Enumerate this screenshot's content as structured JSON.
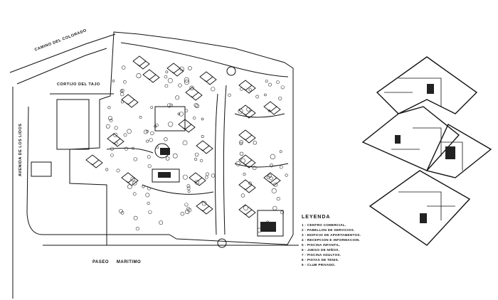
{
  "site_plan": {
    "labels": {
      "camino": "CAMINO DEL COLORADO",
      "cortijo": "CORTIJO DEL TAJO",
      "avenida": "AVENIDA DE LOS LIDOS",
      "paseo": "PASEO     MARITIMO"
    }
  },
  "legend": {
    "title": "LEYENDA",
    "items": [
      "1 - CENTRO COMERCIAL.",
      "2 - PABELLON DE SERVICIOS.",
      "3 - EDIFICIO DE APARTAMENTOS.",
      "4 - RECEPCION E INFORMACION.",
      "5 - PISCINA INFANTIL.",
      "6 - JUEGO DE NIÑOS.",
      "7 - PISCINA ADULTOS.",
      "8 - PISTAS DE TENIS.",
      "9 - CLUB PRIVADO."
    ]
  },
  "colors": {
    "ink": "#111111",
    "paper": "#ffffff",
    "tone": "#555555"
  }
}
